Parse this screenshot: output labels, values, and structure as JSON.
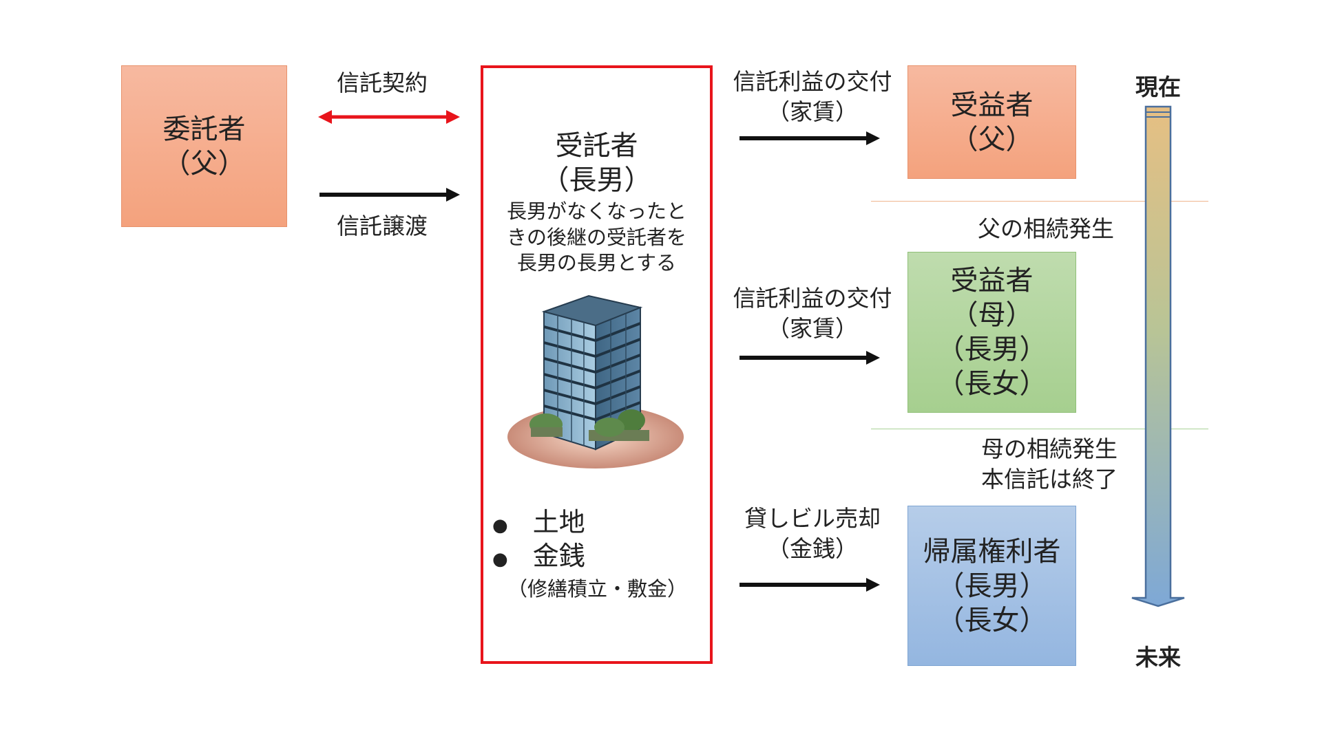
{
  "settlor": {
    "line1": "委託者",
    "line2": "（父）"
  },
  "contract_arrow": {
    "label": "信託契約",
    "color": "#e8141b"
  },
  "transfer_arrow": {
    "label": "信託譲渡"
  },
  "trustee": {
    "title": "受託者",
    "name": "（長男）",
    "note": [
      "長男がなくなったと",
      "きの後継の受託者を",
      "長男の長男とする"
    ],
    "building_icon": "office-building-icon",
    "assets": [
      "土地",
      "金銭"
    ],
    "assets_note": "（修繕積立・敷金）",
    "border_color": "#e8141b"
  },
  "flows": [
    {
      "label": "信託利益の交付",
      "sub": "（家賃）"
    },
    {
      "label": "信託利益の交付",
      "sub": "（家賃）"
    },
    {
      "label": "貸しビル売却",
      "sub": "（金銭）"
    }
  ],
  "beneficiary1": {
    "lines": [
      "受益者",
      "（父）"
    ],
    "color": "#f4a27d"
  },
  "beneficiary2": {
    "lines": [
      "受益者",
      "（母）",
      "（長男）",
      "（長女）"
    ],
    "color": "#a6cf8f"
  },
  "residual": {
    "lines": [
      "帰属権利者",
      "（長男）",
      "（長女）"
    ],
    "color": "#94b6e0"
  },
  "events": {
    "father": "父の相続発生",
    "mother1": "母の相続発生",
    "mother2": "本信託は終了"
  },
  "timeline": {
    "top_label": "現在",
    "bottom_label": "未来"
  }
}
